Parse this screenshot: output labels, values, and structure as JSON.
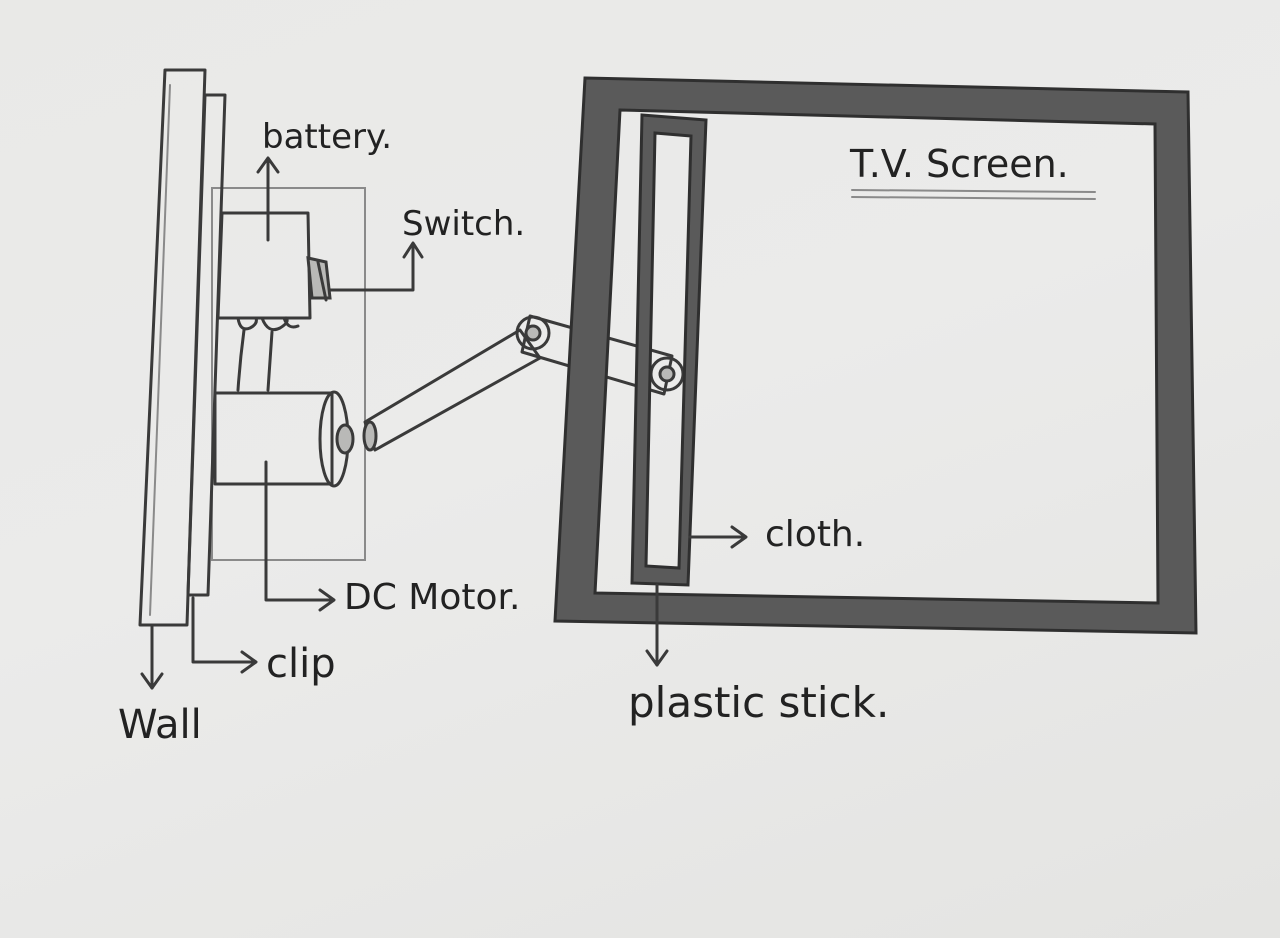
{
  "diagram": {
    "labels": {
      "battery": "battery.",
      "switch": "Switch.",
      "tv_screen": "T.V. Screen.",
      "cloth": "cloth.",
      "dc_motor": "DC Motor.",
      "clip": "clip",
      "wall": "Wall",
      "plastic_stick": "plastic stick."
    },
    "colors": {
      "pencil": "#3a3a3a",
      "paper": "#e9e9e7"
    }
  }
}
